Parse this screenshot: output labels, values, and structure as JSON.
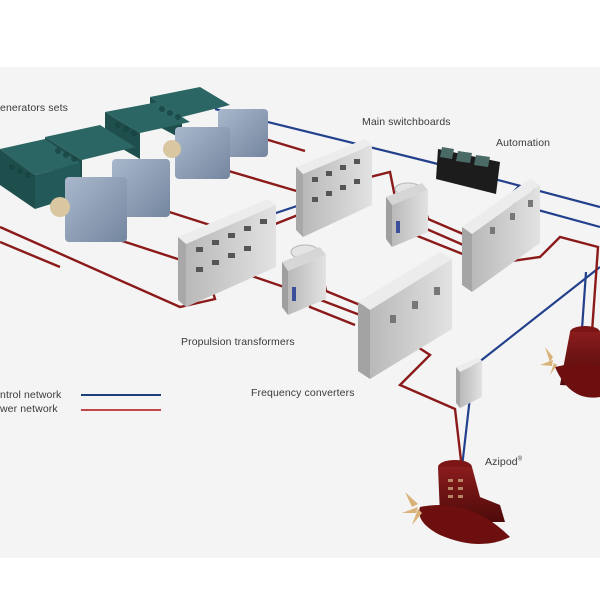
{
  "diagram": {
    "title": "Electric propulsion system",
    "labels": {
      "generators": "enerators sets",
      "main_switchboards": "Main switchboards",
      "automation": "Automation",
      "propulsion_transformers": "Propulsion transformers",
      "frequency_converters": "Frequency converters",
      "azipod": "Azipod",
      "azipod_mark": "®"
    },
    "legend": [
      {
        "label": "ntrol network",
        "color": "#1f3f7a"
      },
      {
        "label": "wer network",
        "color": "#c0464a"
      }
    ],
    "colors": {
      "background": "#f4f4f4",
      "margin": "#ffffff",
      "control_cable": "#23408c",
      "power_cable": "#8b1a1a",
      "engine": "#2b6664",
      "generator": "#8e9fb5",
      "cabinet": "#d8d8d8",
      "console": "#1c1c1c",
      "azipod": "#6e0f0f",
      "propeller": "#d9b27a"
    },
    "components": {
      "generator_sets": 4,
      "main_switchboards": 2,
      "propulsion_transformers": 2,
      "frequency_converters": 2,
      "azipods": 2
    }
  }
}
